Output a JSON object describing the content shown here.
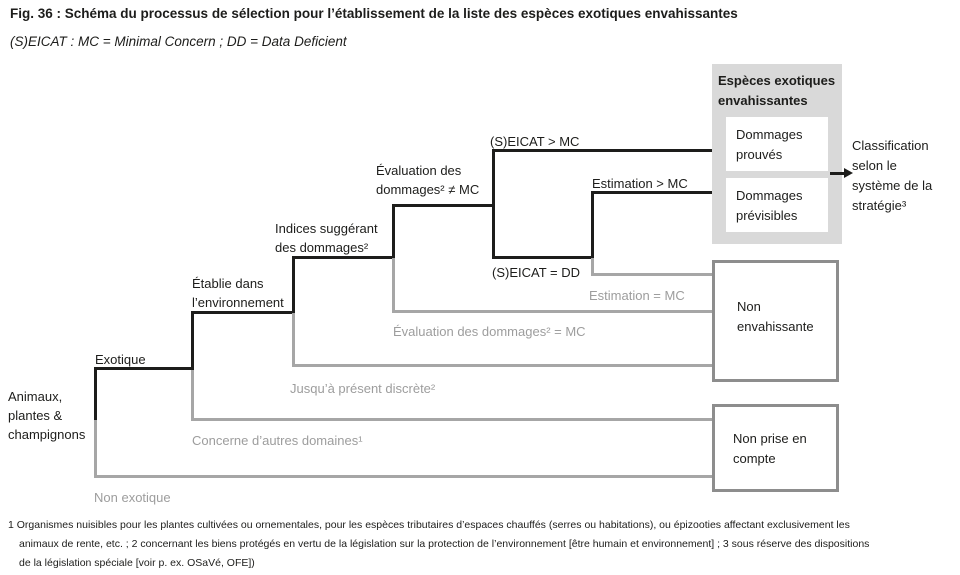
{
  "figure": {
    "title": "Fig. 36 : Schéma du processus de sélection pour l’établissement de la liste des espèces exotiques envahissantes",
    "subtitle": "(S)EICAT : MC = Minimal Concern ; DD = Data Deficient"
  },
  "diagram": {
    "start_label": "Animaux,\nplantes &\nchampignons",
    "branches": {
      "exotique": "Exotique",
      "non_exotique": "Non exotique",
      "etablie": "Établie dans\nl’environnement",
      "concerne_autres_domaines": "Concerne d’autres domaines¹",
      "indices_dommages": "Indices suggérant\ndes dommages²",
      "jusqua_present_discrete": "Jusqu’à présent discrète²",
      "evaluation_neq_mc": "Évaluation des\ndommages² ≠ MC",
      "evaluation_eq_mc": "Évaluation des dommages² = MC",
      "seicat_sup_mc": "(S)EICAT > MC",
      "seicat_eq_dd": "(S)EICAT = DD",
      "estimation_sup_mc": "Estimation > MC",
      "estimation_eq_mc": "Estimation = MC"
    },
    "outcomes": {
      "especes_header": "Espèces exotiques\nenvahissantes",
      "dommages_prouves": "Dommages\nprouvés",
      "dommages_previsibles": "Dommages\nprévisibles",
      "classification": "Classification\nselon le\nsystème de la\nstratégie³",
      "non_envahissante": "Non\nenvahissante",
      "non_prise_en_compte": "Non prise en\ncompte"
    }
  },
  "footnote": {
    "line1": "1 Organismes nuisibles pour les plantes cultivées ou ornementales, pour les espèces tributaires d’espaces chauffés (serres ou habitations), ou épizooties affectant exclusivement les",
    "line2": "animaux de rente, etc. ; 2 concernant les biens protégés en vertu de la législation sur la protection de l’environnement [être humain et environnement] ; 3 sous réserve des dispositions",
    "line3": "de la législation spéciale [voir p. ex. OSaVé, OFE])"
  },
  "colors": {
    "black": "#1d1d1b",
    "gray_line": "#a6a6a6",
    "gray_text": "#9d9d9d",
    "container_bg": "#d9d9d9",
    "box_border": "#8d8d8d"
  }
}
